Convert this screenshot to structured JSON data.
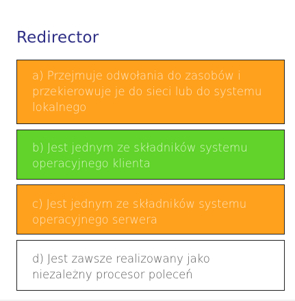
{
  "question": {
    "title": "Redirector"
  },
  "answers": [
    {
      "label": "a) Przejmuje odwołania do zasobów i przekierowuje je do sieci lub do systemu lokalnego",
      "color": "#ffa11d"
    },
    {
      "label": "b) Jest jednym ze składników systemu operacyjnego klienta",
      "color": "#61d32a"
    },
    {
      "label": "c) Jest jednym ze składników systemu operacyjnego serwera",
      "color": "#ffa11d"
    },
    {
      "label": "d) Jest zawsze realizowany jako niezależny procesor poleceń",
      "color": "#ffffff"
    }
  ]
}
